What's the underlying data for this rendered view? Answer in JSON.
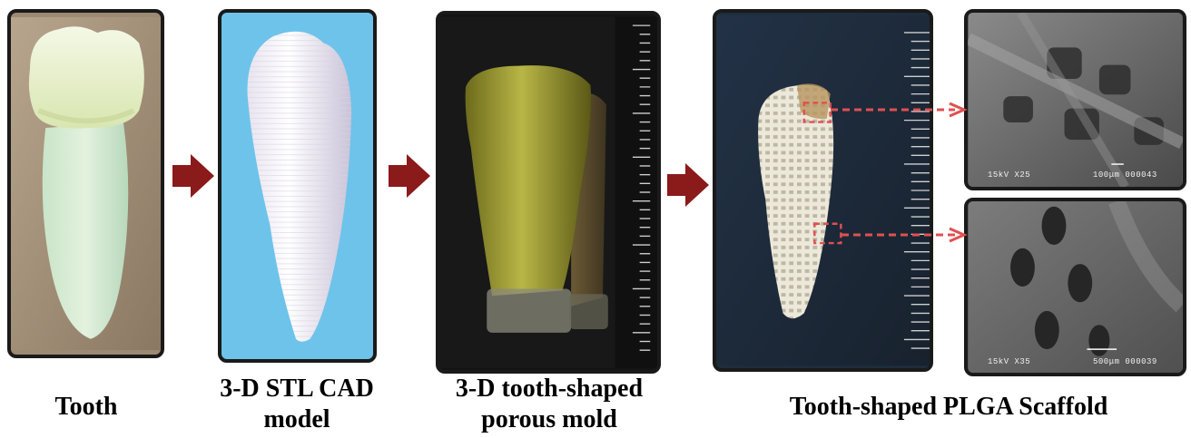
{
  "captions": {
    "tooth": "Tooth",
    "cad_line1": "3-D STL CAD",
    "cad_line2": "model",
    "mold_line1": "3-D tooth-shaped",
    "mold_line2": "porous mold",
    "scaffold": "Tooth-shaped PLGA Scaffold"
  },
  "sem_top": {
    "left_text": "15kV X25",
    "right_text": "100μm 000043"
  },
  "sem_bottom": {
    "left_text": "15kV X35",
    "right_text": "500μm 000039"
  },
  "colors": {
    "arrow": "#8b1a1a",
    "link": "#e05050",
    "cad_background": "#6ec3ea",
    "mold_background": "#141414",
    "scaffold_background": "#1f2d3d"
  },
  "icons": {
    "arrow": "right-arrow-icon"
  }
}
